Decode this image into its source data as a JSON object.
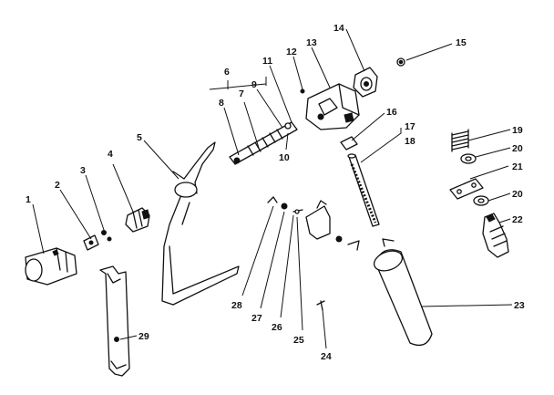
{
  "diagram": {
    "type": "exploded-parts-view",
    "callouts": [
      {
        "label": "1"
      },
      {
        "label": "2"
      },
      {
        "label": "3"
      },
      {
        "label": "4"
      },
      {
        "label": "5"
      },
      {
        "label": "6"
      },
      {
        "label": "7"
      },
      {
        "label": "8"
      },
      {
        "label": "9"
      },
      {
        "label": "10"
      },
      {
        "label": "11"
      },
      {
        "label": "12"
      },
      {
        "label": "13"
      },
      {
        "label": "14"
      },
      {
        "label": "15"
      },
      {
        "label": "16"
      },
      {
        "label": "17"
      },
      {
        "label": "18"
      },
      {
        "label": "19"
      },
      {
        "label": "20"
      },
      {
        "label": "21"
      },
      {
        "label": "20"
      },
      {
        "label": "22"
      },
      {
        "label": "23"
      },
      {
        "label": "24"
      },
      {
        "label": "25"
      },
      {
        "label": "26"
      },
      {
        "label": "27"
      },
      {
        "label": "28"
      },
      {
        "label": "29"
      }
    ]
  }
}
